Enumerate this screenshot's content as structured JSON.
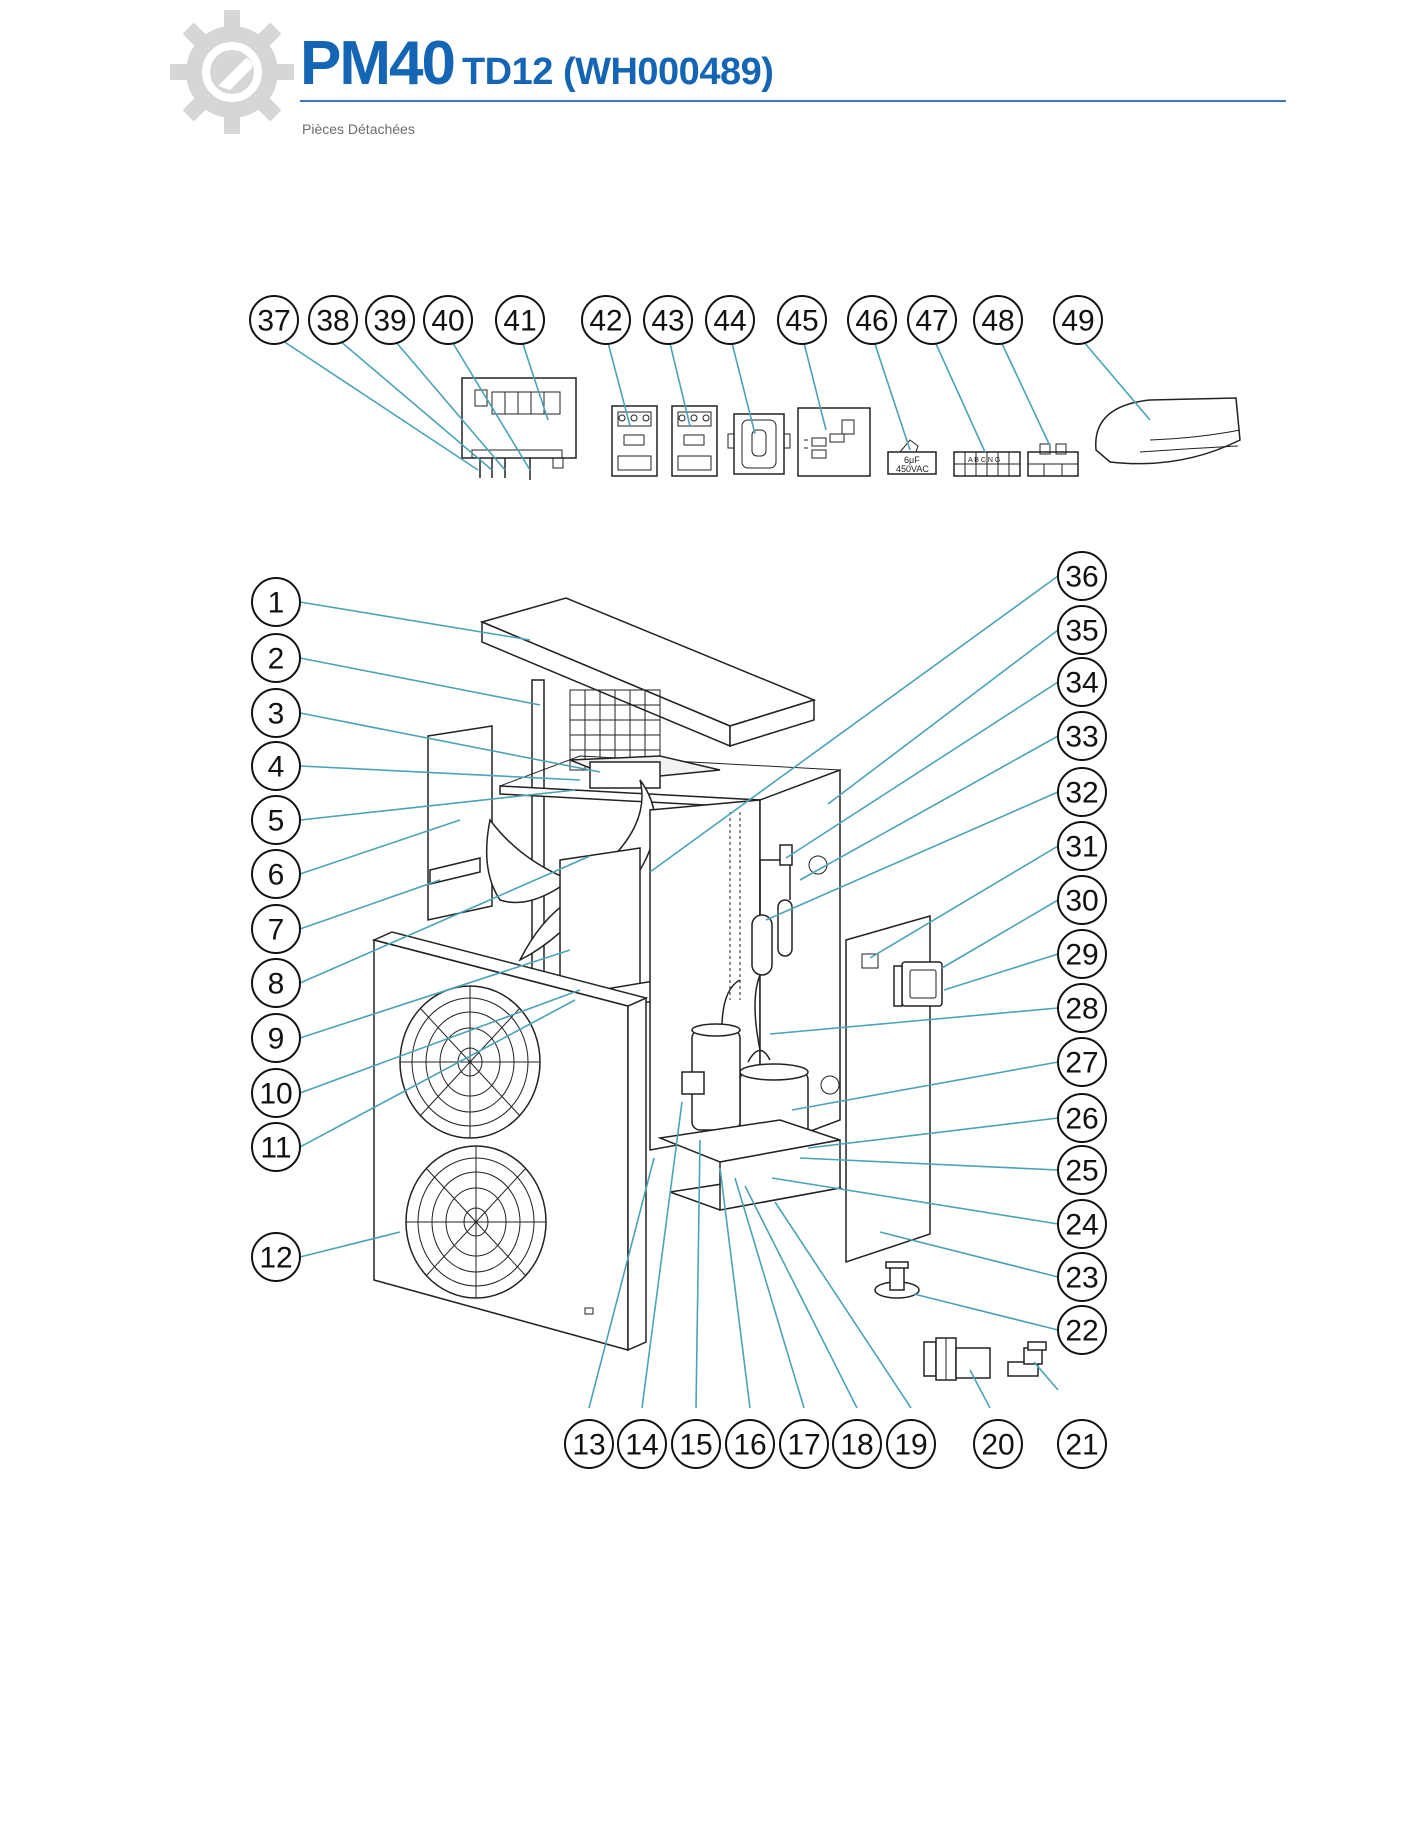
{
  "header": {
    "title_main": "PM40",
    "title_sub": "TD12 (WH000489)",
    "subtitle": "Pièces Détachées",
    "brand_color": "#1565b5",
    "logo_icon": "gear-wrench-icon"
  },
  "callouts_top": [
    "37",
    "38",
    "39",
    "40",
    "41",
    "42",
    "43",
    "44",
    "45",
    "46",
    "47",
    "48",
    "49"
  ],
  "callouts_left": [
    "1",
    "2",
    "3",
    "4",
    "5",
    "6",
    "7",
    "8",
    "9",
    "10",
    "11",
    "12"
  ],
  "callouts_right": [
    "36",
    "35",
    "34",
    "33",
    "32",
    "31",
    "30",
    "29",
    "28",
    "27",
    "26",
    "25",
    "24",
    "23",
    "22",
    "21"
  ],
  "callouts_bottom": [
    "13",
    "14",
    "15",
    "16",
    "17",
    "18",
    "19",
    "20"
  ],
  "part_labels": {
    "capacitor_value": "6μF",
    "capacitor_voltage": "450VAC",
    "terminal_block_labels": "A B C N G"
  },
  "colors": {
    "leader_line": "#4aa3b8",
    "line_art": "#222222"
  }
}
